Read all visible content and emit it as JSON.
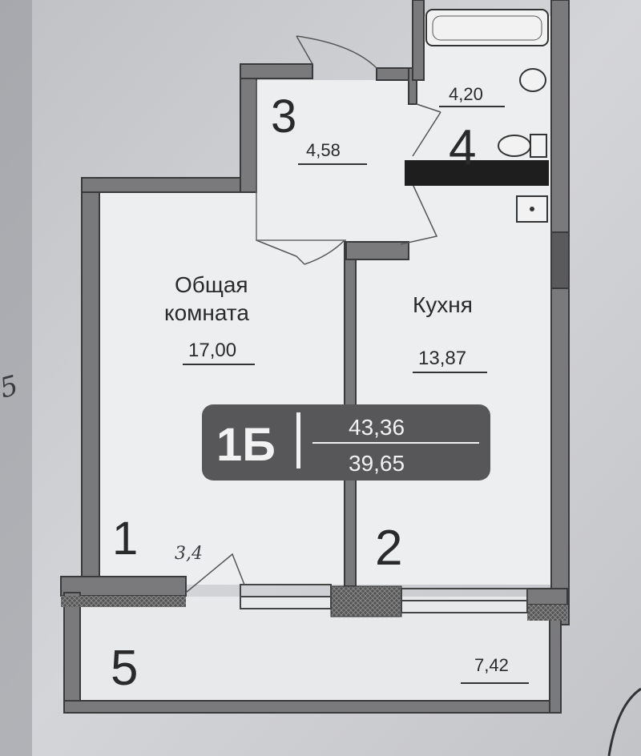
{
  "rooms": {
    "r3": {
      "number": "3",
      "area": "4,58"
    },
    "r4": {
      "number": "4",
      "area": "4,20"
    },
    "living": {
      "name_line1": "Общая",
      "name_line2": "комната",
      "area": "17,00"
    },
    "kitchen": {
      "name": "Кухня",
      "area": "13,87"
    },
    "r1": {
      "number": "1"
    },
    "r2": {
      "number": "2"
    },
    "r5": {
      "number": "5",
      "area": "7,42"
    }
  },
  "apartment_label": {
    "type": "1Б",
    "total_area": "43,36",
    "living_area": "39,65"
  },
  "handwritten": {
    "door_note": "3,4",
    "margin_note": "5"
  }
}
